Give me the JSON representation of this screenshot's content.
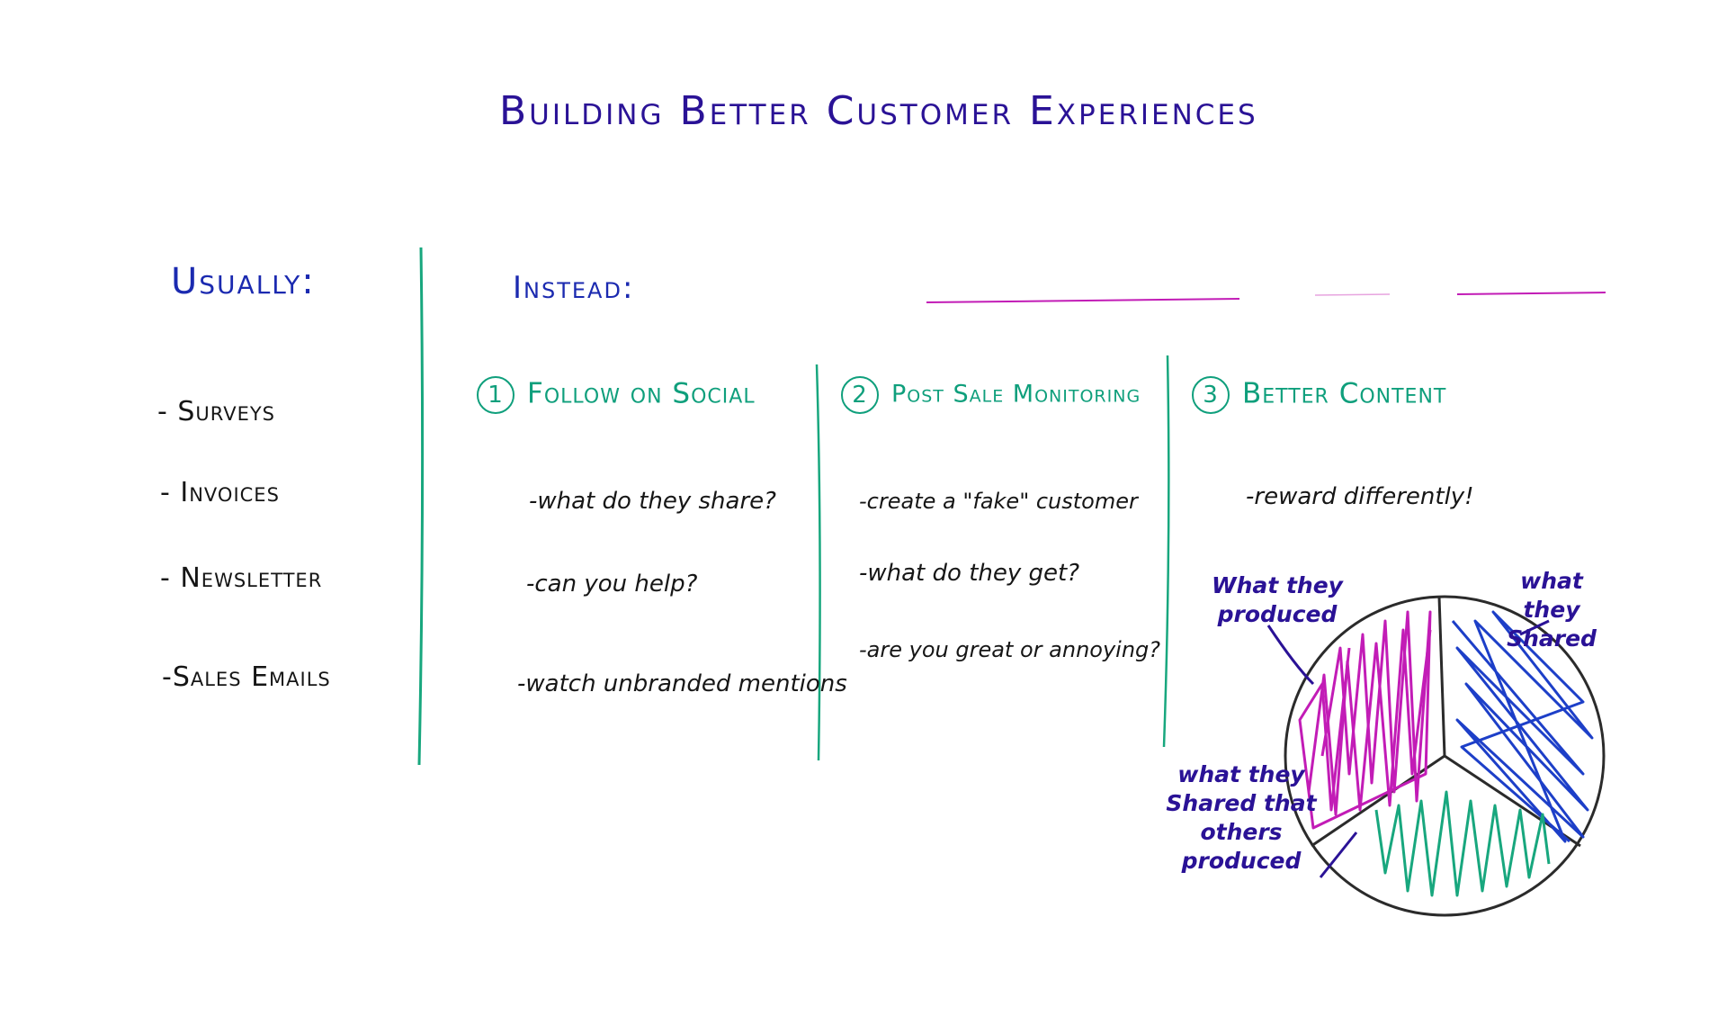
{
  "title": "Building Better Customer Experiences",
  "left": {
    "heading": "Usually:",
    "items": [
      "- Surveys",
      "- Invoices",
      "- Newsletter",
      "-Sales Emails"
    ]
  },
  "right": {
    "heading": "Instead:",
    "columns": [
      {
        "number": "1",
        "heading": "Follow on Social",
        "bullets": [
          "-what do they share?",
          "-can you help?",
          "-watch unbranded mentions"
        ]
      },
      {
        "number": "2",
        "heading": "Post Sale Monitoring",
        "bullets": [
          "-create a \"fake\" customer",
          "-what do they get?",
          "-are you great or annoying?"
        ]
      },
      {
        "number": "3",
        "heading": "Better Content",
        "bullets": [
          "-reward differently!"
        ]
      }
    ]
  },
  "pie": {
    "labels": {
      "produced": "What they produced",
      "shared": "what they Shared",
      "shared_others": "what they Shared that others produced"
    }
  },
  "colors": {
    "title": "#2a1296",
    "heading_blue": "#1b2ab0",
    "teal": "#0f9f7c",
    "ink": "#151515",
    "magenta": "#c21cb6",
    "blue": "#1d3fc8",
    "green": "#18a77e"
  }
}
